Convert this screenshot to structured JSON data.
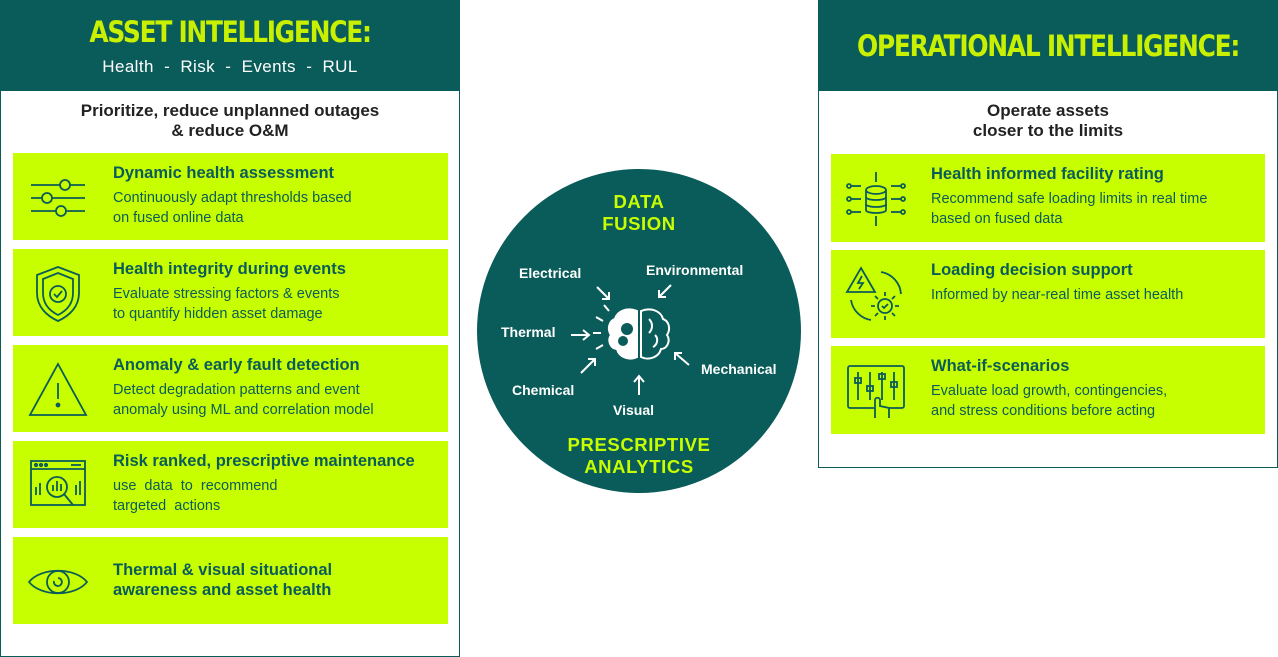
{
  "left": {
    "title": "ASSET INTELLIGENCE:",
    "subtitle": "Health  -  Risk  -  Events  -  RUL",
    "intro": "Prioritize, reduce unplanned outages\n& reduce O&M",
    "cards": [
      {
        "title": "Dynamic health assessment",
        "desc": "Continuously adapt thresholds based\non fused online data",
        "icon": "sliders-icon"
      },
      {
        "title": "Health integrity during events",
        "desc": "Evaluate stressing factors & events\nto quantify hidden asset damage",
        "icon": "shield-check-icon"
      },
      {
        "title": "Anomaly & early fault detection",
        "desc": "Detect degradation patterns and event\nanomaly using ML and correlation model",
        "icon": "warning-icon"
      },
      {
        "title": "Risk ranked, prescriptive maintenance",
        "desc": "use  data  to  recommend\ntargeted  actions",
        "icon": "analytics-search-icon"
      },
      {
        "title": "Thermal & visual situational\nawareness and asset health",
        "icon": "eye-icon"
      }
    ]
  },
  "right": {
    "title": "OPERATIONAL INTELLIGENCE:",
    "intro": "Operate assets\ncloser to the limits",
    "cards": [
      {
        "title": "Health informed facility rating",
        "desc": "Recommend safe loading limits in real time\nbased on fused data",
        "icon": "database-network-icon"
      },
      {
        "title": "Loading decision support",
        "desc": "Informed by near-real time asset health",
        "icon": "power-gear-icon"
      },
      {
        "title": "What-if-scenarios",
        "desc": "Evaluate load growth, contingencies,\nand stress conditions before acting",
        "icon": "control-panel-icon"
      }
    ]
  },
  "center": {
    "top": "DATA\nFUSION",
    "bottom": "PRESCRIPTIVE\nANALYTICS",
    "inputs": {
      "electrical": "Electrical",
      "environmental": "Environmental",
      "thermal": "Thermal",
      "mechanical": "Mechanical",
      "chemical": "Chemical",
      "visual": "Visual"
    },
    "icon": "brain-gears-icon"
  },
  "colors": {
    "dark_teal": "#0a5c5a",
    "lime": "#c8ff00",
    "title_lime": "#c8f000"
  }
}
